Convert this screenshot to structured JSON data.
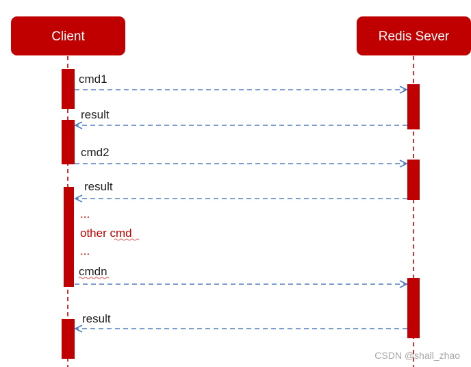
{
  "colors": {
    "actor_fill": "#c00000",
    "activation_fill": "#c00000",
    "arrow": "#4f7fc1",
    "lifeline": "#c00000",
    "note_text": "#c00000",
    "squiggle": "#e06060"
  },
  "actors": {
    "client": "Client",
    "server": "Redis Sever"
  },
  "messages": [
    {
      "label": "cmd1",
      "direction": "to-server"
    },
    {
      "label": "result",
      "direction": "to-client"
    },
    {
      "label": "cmd2",
      "direction": "to-server"
    },
    {
      "label": "result",
      "direction": "to-client"
    },
    {
      "label": "cmdn",
      "direction": "to-server"
    },
    {
      "label": "result",
      "direction": "to-client"
    }
  ],
  "notes": {
    "ellipsis_top": "...",
    "other": "other cmd",
    "ellipsis_bottom": "..."
  },
  "watermark": "CSDN @shall_zhao"
}
